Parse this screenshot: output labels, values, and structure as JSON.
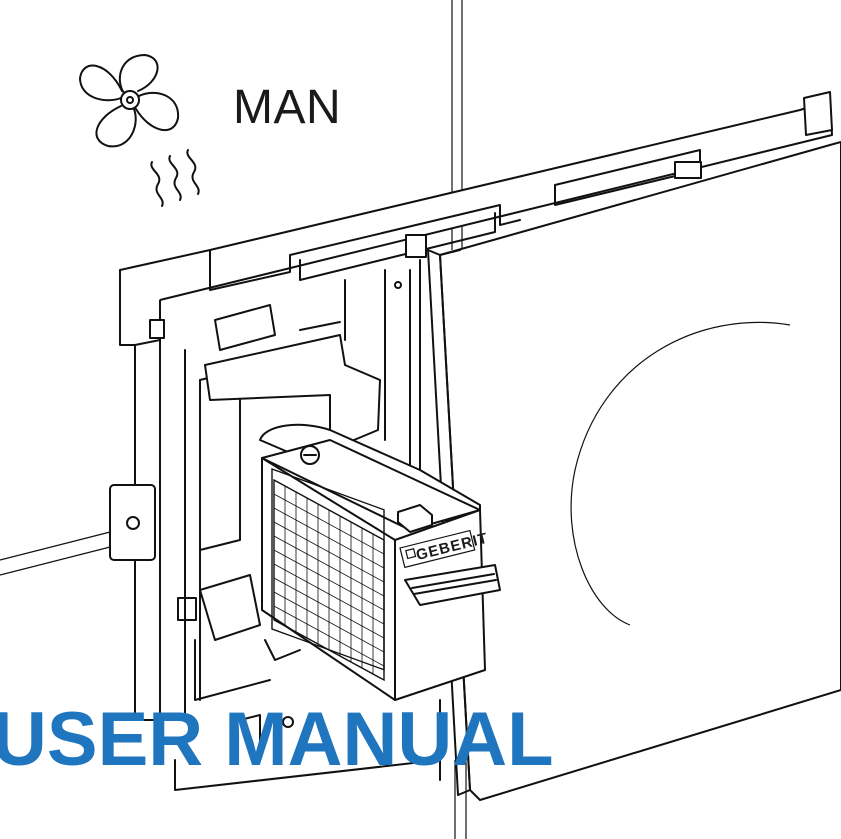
{
  "mode": {
    "label": "MAN",
    "icon": "fan-icon"
  },
  "device": {
    "brand": "GEBERIT"
  },
  "document": {
    "title": "USER MANUAL"
  },
  "colors": {
    "title": "#1f76bf",
    "line": "#111111"
  }
}
